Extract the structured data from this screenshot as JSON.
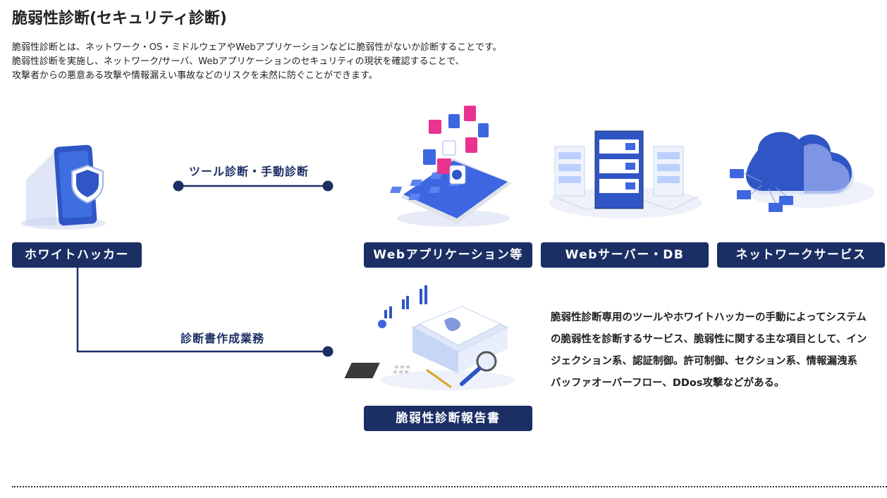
{
  "page": {
    "title": "脆弱性診断(セキュリティ診断)",
    "intro": [
      "脆弱性診断とは、ネットワーク・OS・ミドルウェアやWebアプリケーションなどに脆弱性がないか診断することです。",
      "脆弱性診断を実施し、ネットワーク/サーバ、Webアプリケーションのセキュリティの現状を確認することで、",
      "攻撃者からの悪意ある攻撃や情報漏えい事故などのリスクを未然に防ぐことができます。"
    ]
  },
  "diagram": {
    "whitehacker_label": "ホワイトハッカー",
    "tool_label": "ツール診断・手動診断",
    "report_flow_label": "診断書作成業務",
    "targets": [
      {
        "label": "Webアプリケーション等",
        "icon": "smartphone-apps-icon"
      },
      {
        "label": "Webサーバー・DB",
        "icon": "server-rack-icon"
      },
      {
        "label": "ネットワークサービス",
        "icon": "cloud-network-icon"
      }
    ],
    "report_label": "脆弱性診断報告書",
    "description": [
      "脆弱性診断専用のツールやホワイトハッカーの手動によってシステム",
      "の脆弱性を診断するサービス、脆弱性に関する主な項目として、イン",
      "ジェクション系、認証制御。許可制御、セクション系、情報漏洩系",
      "バッファオーバーフロー、DDos攻撃などがある。"
    ]
  },
  "colors": {
    "navy": "#1b2f64",
    "accent_blue": "#2f56c4",
    "pink": "#e8338f"
  }
}
